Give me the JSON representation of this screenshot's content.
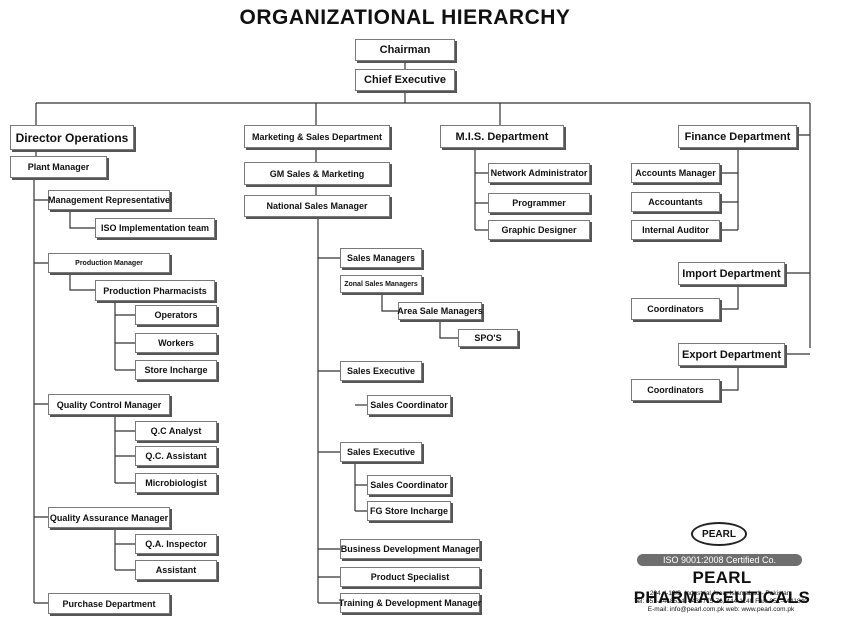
{
  "title": "ORGANIZATIONAL HIERARCHY",
  "top": {
    "chairman": "Chairman",
    "chief_executive": "Chief Executive"
  },
  "operations": {
    "director": "Director Operations",
    "plant_manager": "Plant Manager",
    "management_rep": "Management Representative",
    "iso_team": "ISO Implementation team",
    "production_manager": "Production Manager",
    "production_pharmacists": "Production Pharmacists",
    "operators": "Operators",
    "workers": "Workers",
    "store_incharge": "Store Incharge",
    "qc_manager": "Quality Control Manager",
    "qc_analyst": "Q.C Analyst",
    "qc_assistant": "Q.C. Assistant",
    "microbiologist": "Microbiologist",
    "qa_manager": "Quality Assurance Manager",
    "qa_inspector": "Q.A. Inspector",
    "assistant": "Assistant",
    "purchase": "Purchase Department"
  },
  "marketing": {
    "department": "Marketing & Sales Department",
    "gm": "GM Sales & Marketing",
    "national_sm": "National Sales Manager",
    "sales_managers": "Sales Managers",
    "zonal_sm": "Zonal Sales Managers",
    "area_sm": "Area Sale Managers",
    "spos": "SPO'S",
    "sales_exec_1": "Sales Executive",
    "sales_coord_1": "Sales Coordinator",
    "sales_exec_2": "Sales Executive",
    "sales_coord_2": "Sales Coordinator",
    "fg_store": "FG Store Incharge",
    "bd_manager": "Business Development Manager",
    "product_specialist": "Product Specialist",
    "td_manager": "Training & Development  Manager"
  },
  "mis": {
    "department": "M.I.S. Department",
    "network_admin": "Network Administrator",
    "programmer": "Programmer",
    "graphic_designer": "Graphic Designer"
  },
  "finance": {
    "department": "Finance Department",
    "accounts_manager": "Accounts Manager",
    "accountants": "Accountants",
    "internal_auditor": "Internal Auditor",
    "import_dept": "Import Department",
    "import_coord": "Coordinators",
    "export_dept": "Export Department",
    "export_coord": "Coordinators"
  },
  "company": {
    "logo_text": "PEARL",
    "iso": "ISO 9001:2008 Certified Co.",
    "name": "PEARL PHARMACEUTICALS",
    "address": "204, I-10/3, Industrial Area, Islamabad - Pakistan.",
    "phone": "Tel: 051-4448534, 4434775-76, 444-1140  Fax: 051-4441840",
    "contact": "E-mail: info@pearl.com.pk   web: www.pearl.com.pk"
  }
}
